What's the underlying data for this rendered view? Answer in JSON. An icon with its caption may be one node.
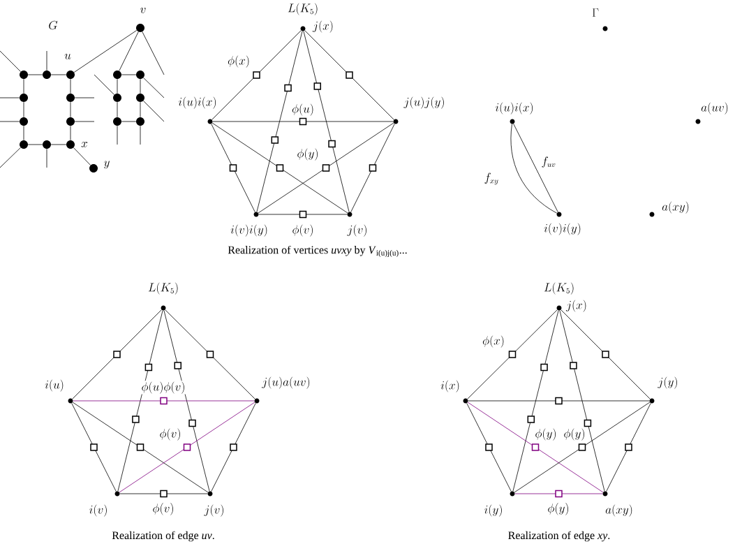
{
  "diagram": {
    "nodes": [
      {
        "text": [],
        "shape": "circle"
      },
      {
        "text": [],
        "shape": "circle"
      },
      {
        "text": [],
        "shape": "circle",
        "beside": [
          "u"
        ]
      },
      {
        "text": [],
        "shape": "circle"
      },
      {
        "text": [],
        "shape": "circle"
      },
      {
        "text": [],
        "shape": "circle"
      },
      {
        "text": [],
        "shape": "circle"
      },
      {
        "text": [],
        "shape": "circle"
      },
      {
        "text": [],
        "shape": "circle"
      },
      {
        "text": [],
        "shape": "circle",
        "beside": [
          "x"
        ]
      },
      {
        "text": [],
        "shape": "circle",
        "beside": [
          "y"
        ]
      },
      {
        "text": [],
        "shape": "circle",
        "beside": [
          "v"
        ]
      },
      {
        "text": [],
        "shape": "circle"
      },
      {
        "text": [],
        "shape": "circle"
      },
      {
        "text": [],
        "shape": "circle"
      },
      {
        "text": [],
        "shape": "circle"
      },
      {
        "text": [],
        "shape": "circle"
      },
      {
        "text": [],
        "shape": "circle"
      },
      {
        "text": [],
        "shape": "circle",
        "beside": [
          "j(x)"
        ]
      },
      {
        "text": [],
        "shape": "circle",
        "beside": [
          "i(u)i(x)"
        ]
      },
      {
        "text": [],
        "shape": "circle",
        "beside": [
          "j(u)j(y)"
        ]
      },
      {
        "text": [],
        "shape": "circle",
        "beside": [
          "i(v)i(y)"
        ]
      },
      {
        "text": [],
        "shape": "circle",
        "beside": [
          "j(v)"
        ]
      },
      {
        "text": [],
        "shape": "circle",
        "beside": [
          "\\Gamma"
        ]
      },
      {
        "text": [],
        "shape": "circle",
        "beside": [
          "i(u)i(x)"
        ]
      },
      {
        "text": [],
        "shape": "circle",
        "beside": [
          "a(uv)"
        ]
      },
      {
        "text": [],
        "shape": "circle",
        "beside": [
          "i(v)i(y)"
        ]
      },
      {
        "text": [],
        "shape": "circle",
        "beside": [
          "a(xy)"
        ]
      },
      {
        "text": [],
        "shape": "circle"
      },
      {
        "text": [],
        "shape": "circle",
        "beside": [
          "i(u)"
        ]
      },
      {
        "text": [],
        "shape": "circle",
        "beside": [
          "j(u)a(uv)"
        ]
      },
      {
        "text": [],
        "shape": "circle",
        "beside": [
          "i(v)"
        ]
      },
      {
        "text": [],
        "shape": "circle",
        "beside": [
          "j(v)"
        ]
      },
      {
        "text": [],
        "shape": "circle",
        "beside": [
          "j(x)"
        ]
      },
      {
        "text": [],
        "shape": "circle",
        "beside": [
          "i(x)"
        ]
      },
      {
        "text": [],
        "shape": "circle",
        "beside": [
          "j(y)"
        ]
      },
      {
        "text": [],
        "shape": "circle",
        "beside": [
          "i(y)"
        ]
      },
      {
        "text": [],
        "shape": "circle",
        "beside": [
          "a(xy)"
        ]
      }
    ],
    "edges": [
      {
        "from": 0,
        "to": 1,
        "arrow": "none"
      },
      {
        "from": 1,
        "to": 2,
        "arrow": "none"
      },
      {
        "from": 2,
        "to": 4,
        "arrow": "none"
      },
      {
        "from": 4,
        "to": 6,
        "arrow": "none"
      },
      {
        "from": 6,
        "to": 9,
        "arrow": "none"
      },
      {
        "from": 9,
        "to": 8,
        "arrow": "none"
      },
      {
        "from": 8,
        "to": 7,
        "arrow": "none"
      },
      {
        "from": 7,
        "to": 5,
        "arrow": "none"
      },
      {
        "from": 5,
        "to": 3,
        "arrow": "none"
      },
      {
        "from": 3,
        "to": 0,
        "arrow": "none"
      },
      {
        "from": 2,
        "to": 11,
        "arrow": "none"
      },
      {
        "from": 9,
        "to": 10,
        "arrow": "none"
      },
      {
        "from": 11,
        "to": 12,
        "arrow": "none"
      },
      {
        "from": 12,
        "to": 13,
        "arrow": "none"
      },
      {
        "from": 12,
        "to": 14,
        "arrow": "none"
      },
      {
        "from": 14,
        "to": 16,
        "arrow": "none"
      },
      {
        "from": 13,
        "to": 15,
        "arrow": "none"
      },
      {
        "from": 15,
        "to": 17,
        "arrow": "none"
      },
      {
        "from": 16,
        "to": 17,
        "arrow": "none"
      },
      {
        "from": 0,
        "to": null,
        "arrow": "none"
      },
      {
        "from": 1,
        "to": null,
        "arrow": "none"
      },
      {
        "from": 3,
        "to": null,
        "arrow": "none"
      },
      {
        "from": 5,
        "to": null,
        "arrow": "none"
      },
      {
        "from": 7,
        "to": null,
        "arrow": "none"
      },
      {
        "from": 8,
        "to": null,
        "arrow": "none"
      },
      {
        "from": 4,
        "to": null,
        "arrow": "none"
      },
      {
        "from": 6,
        "to": null,
        "arrow": "none"
      },
      {
        "from": 11,
        "to": null,
        "arrow": "none"
      },
      {
        "from": 14,
        "to": null,
        "arrow": "none"
      },
      {
        "from": 13,
        "to": null,
        "arrow": "none"
      },
      {
        "from": 15,
        "to": null,
        "arrow": "none"
      },
      {
        "from": 16,
        "to": null,
        "arrow": "none"
      },
      {
        "from": 17,
        "to": null,
        "arrow": "none"
      },
      {
        "from": 18,
        "to": 19,
        "arrow": "none"
      },
      {
        "from": 18,
        "to": 20,
        "arrow": "none"
      },
      {
        "from": 18,
        "to": 21,
        "arrow": "none"
      },
      {
        "from": 18,
        "to": 22,
        "arrow": "none"
      },
      {
        "from": 19,
        "to": 20,
        "arrow": "none"
      },
      {
        "from": 19,
        "to": 21,
        "arrow": "none"
      },
      {
        "from": 19,
        "to": 22,
        "arrow": "none"
      },
      {
        "from": 20,
        "to": 21,
        "arrow": "none"
      },
      {
        "from": 20,
        "to": 22,
        "arrow": "none"
      },
      {
        "from": 21,
        "to": 22,
        "arrow": "none"
      },
      {
        "from": 24,
        "to": 26,
        "arrow": "none",
        "label": "f_{uv}"
      },
      {
        "from": 24,
        "to": 26,
        "arrow": "none",
        "label": "f_{xy}"
      },
      {
        "from": 28,
        "to": 29,
        "arrow": "none"
      },
      {
        "from": 28,
        "to": 30,
        "arrow": "none"
      },
      {
        "from": 28,
        "to": 31,
        "arrow": "none"
      },
      {
        "from": 28,
        "to": 32,
        "arrow": "none"
      },
      {
        "from": 29,
        "to": 30,
        "arrow": "none",
        "color": "#800080"
      },
      {
        "from": 29,
        "to": 31,
        "arrow": "none"
      },
      {
        "from": 29,
        "to": 32,
        "arrow": "none"
      },
      {
        "from": 30,
        "to": 31,
        "arrow": "none",
        "color": "#800080"
      },
      {
        "from": 30,
        "to": 32,
        "arrow": "none"
      },
      {
        "from": 31,
        "to": 32,
        "arrow": "none"
      },
      {
        "from": 33,
        "to": 34,
        "arrow": "none"
      },
      {
        "from": 33,
        "to": 35,
        "arrow": "none"
      },
      {
        "from": 33,
        "to": 36,
        "arrow": "none"
      },
      {
        "from": 33,
        "to": 37,
        "arrow": "none"
      },
      {
        "from": 34,
        "to": 35,
        "arrow": "none"
      },
      {
        "from": 34,
        "to": 36,
        "arrow": "none"
      },
      {
        "from": 34,
        "to": 37,
        "arrow": "none",
        "color": "#800080"
      },
      {
        "from": 35,
        "to": 36,
        "arrow": "none"
      },
      {
        "from": 35,
        "to": 37,
        "arrow": "none"
      },
      {
        "from": 36,
        "to": 37,
        "arrow": "none",
        "color": "#800080"
      }
    ],
    "labels": [
      "G",
      "L(K_5)",
      "\\phi(x)",
      "\\phi(u)",
      "\\phi(y)",
      "\\phi(v)",
      "Realization of vertices *uvxy* by *V*$_{i(u)j(u)}$...",
      "L(K_5)",
      "\\phi(u)\\phi(v)",
      "\\phi(v)",
      "\\phi(v)",
      "Realization of edge *uv*.",
      "L(K_5)",
      "\\phi(x)",
      "\\phi(y)",
      "\\phi(y)",
      "\\phi(y)",
      "Realization of edge *xy*."
    ]
  }
}
